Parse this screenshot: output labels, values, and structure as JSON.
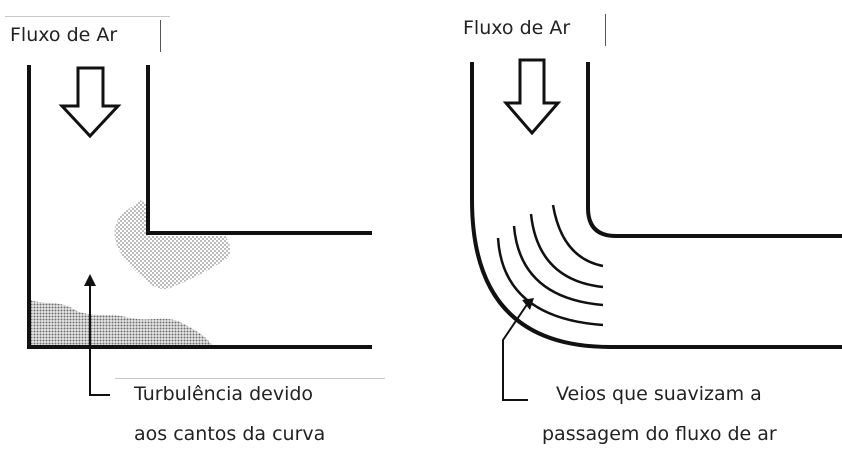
{
  "left_panel": {
    "title": "Fluxo de Ar",
    "note_line1": "Turbulência devido",
    "note_line2": "aos cantos da curva"
  },
  "right_panel": {
    "title": "Fluxo de Ar",
    "note_line1": "Veios que suavizam a",
    "note_line2": "passagem do fluxo de ar"
  },
  "colors": {
    "duct": "#111111",
    "turbulence": "#9a9a9a",
    "text": "#222222"
  }
}
